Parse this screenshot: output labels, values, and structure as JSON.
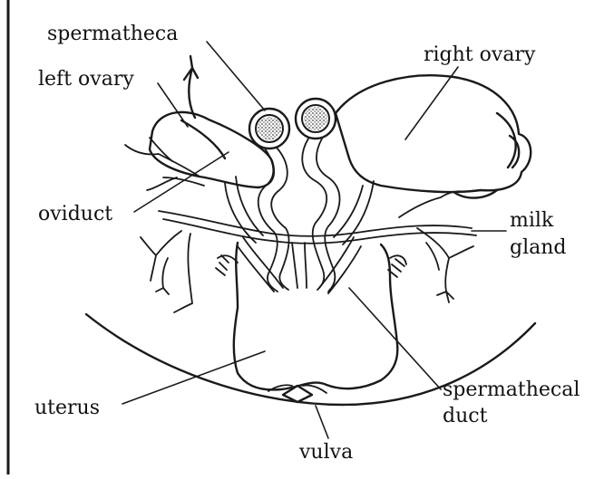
{
  "labels": {
    "spermatheca": "spermatheca",
    "left_ovary": "left ovary",
    "right_ovary": "right ovary",
    "oviduct": "oviduct",
    "milk_gland_1": "milk",
    "milk_gland_2": "gland",
    "uterus": "uterus",
    "spermathecal_duct_1": "spermathecal",
    "spermathecal_duct_2": "duct",
    "vulva": "vulva"
  },
  "colors": {
    "ink": "#1a1a1a",
    "background": "#ffffff",
    "stipple": "#444444"
  }
}
